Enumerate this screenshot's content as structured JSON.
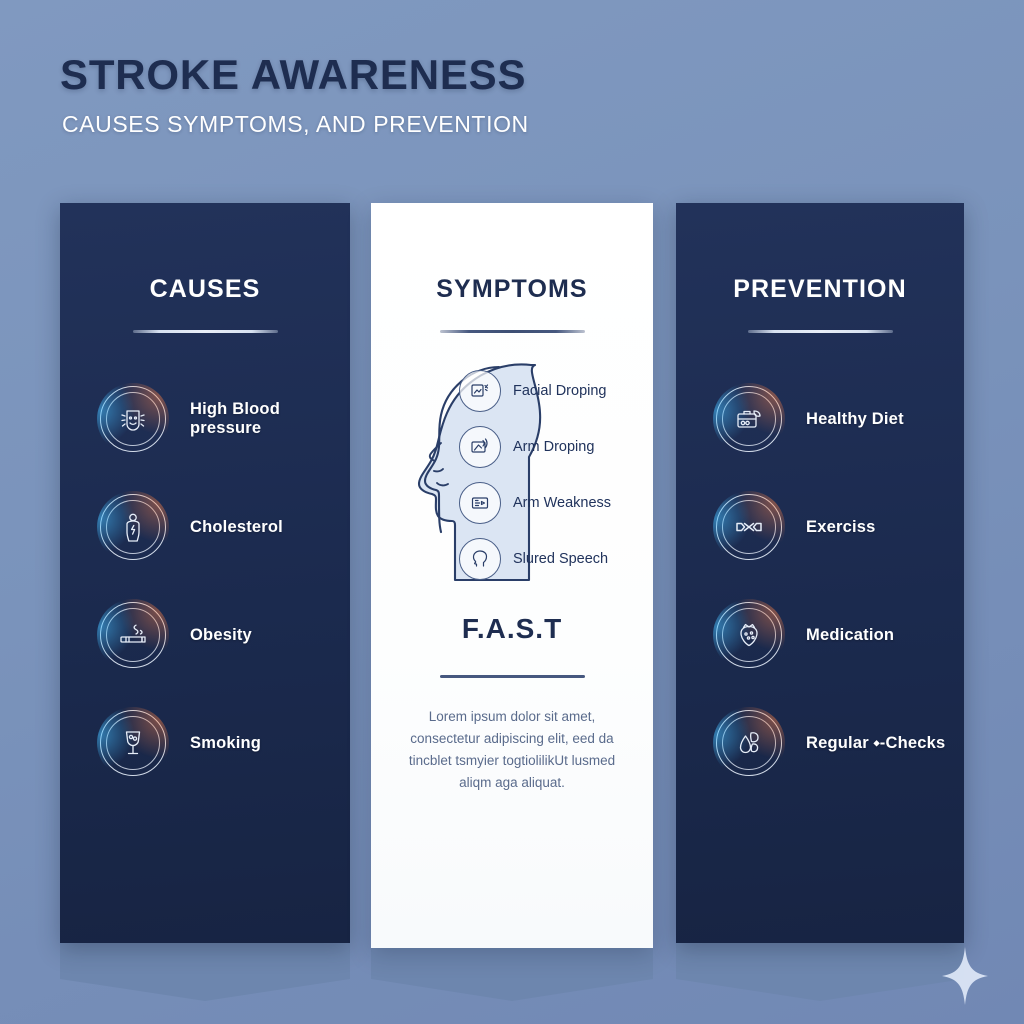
{
  "header": {
    "title": "STROKE AWARENESS",
    "subtitle": "CAUSES SYMPTOMS, AND PREVENTION"
  },
  "colors": {
    "background": "#7d96bd",
    "panel_dark": "#1b2a4e",
    "panel_light": "#ffffff",
    "title_navy": "#1e2d50",
    "ribbon_shadow": "#6d86ae",
    "head_fill": "#dbe5f3",
    "head_outline": "#2a3e68"
  },
  "columns": {
    "causes": {
      "heading": "CAUSES",
      "items": [
        {
          "label": "High Blood pressure",
          "icon": "face-head-icon"
        },
        {
          "label": "Cholesterol",
          "icon": "body-torso-icon"
        },
        {
          "label": "Obesity",
          "icon": "cigarette-icon"
        },
        {
          "label": "Smoking",
          "icon": "wine-glass-icon"
        }
      ]
    },
    "symptoms": {
      "heading": "SYMPTOMS",
      "items": [
        {
          "label": "Facial Droping",
          "icon": "face-chart-icon"
        },
        {
          "label": "Arm Droping",
          "icon": "arm-chart-icon"
        },
        {
          "label": "Arm Weakness",
          "icon": "screen-icon"
        },
        {
          "label": "Slured Speech",
          "icon": "head-profile-icon"
        }
      ],
      "fast": {
        "title": "F.A.S.T",
        "body": "Lorem ipsum dolor sit amet, consectetur adipiscing elit, eed da tincblet tsmyier togtiolilikUt lusmed aliqm aga aliquat."
      }
    },
    "prevention": {
      "heading": "PREVENTION",
      "items": [
        {
          "label": "Healthy Diet",
          "icon": "lunchbox-leaf-icon"
        },
        {
          "label": "Exerciss",
          "icon": "dumbbell-icon"
        },
        {
          "label": "Medication",
          "icon": "strawberry-icon"
        },
        {
          "label": "Regular ⬩-Checks",
          "icon": "leaf-drop-icon"
        }
      ]
    }
  },
  "decor": {
    "sparkle": "four-point-star"
  }
}
